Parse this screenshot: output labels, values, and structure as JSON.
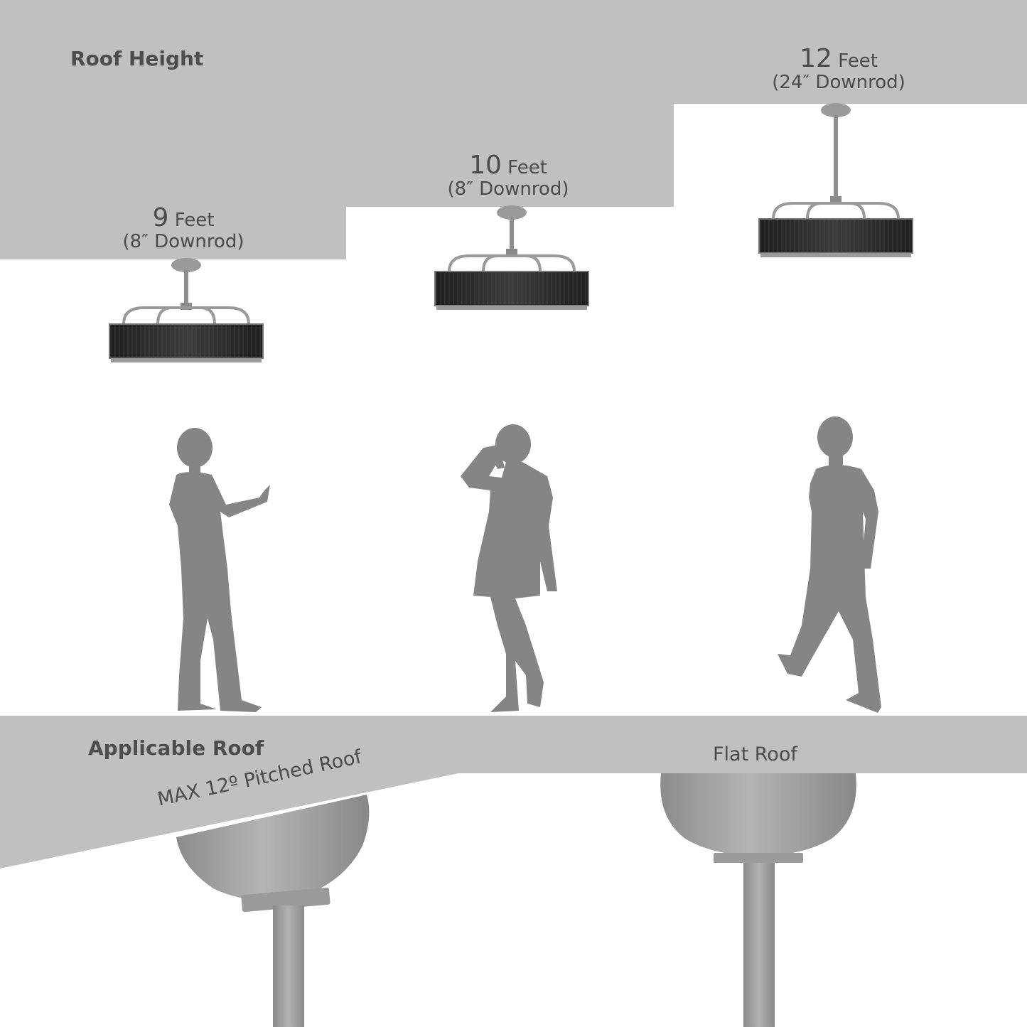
{
  "header": {
    "title": "Roof Height"
  },
  "heights": [
    {
      "value": "9",
      "unit": "Feet",
      "downrod": "(8″ Downrod)"
    },
    {
      "value": "10",
      "unit": "Feet",
      "downrod": "(8″ Downrod)"
    },
    {
      "value": "12",
      "unit": "Feet",
      "downrod": "(24″ Downrod)"
    }
  ],
  "roof": {
    "title": "Applicable Roof",
    "pitched_label": "MAX 12º Pitched Roof",
    "flat_label": "Flat Roof"
  },
  "colors": {
    "ceiling_gray": "#c0c0c0",
    "silhouette_gray": "#858585",
    "fan_shade": "#2a2a2a",
    "metal": "#9a9a9a",
    "text": "#4a4a4a"
  }
}
